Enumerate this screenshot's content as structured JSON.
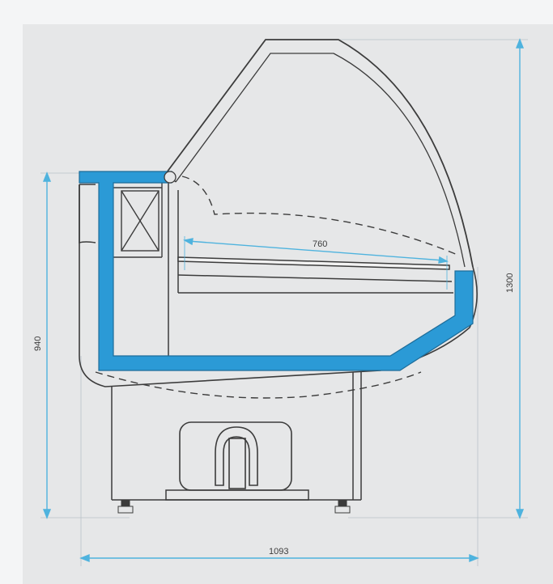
{
  "diagram": {
    "dimensions": {
      "shelf_depth": "760",
      "overall_width": "1093",
      "counter_height": "940",
      "overall_height": "1300"
    },
    "colors": {
      "background": "#f4f5f6",
      "panel": "#e6e7e8",
      "outline": "#3c3c3c",
      "accent_blue": "#2b9ad6",
      "dimension_line": "#4fb3de",
      "guide_line": "#b9c2c8"
    }
  }
}
